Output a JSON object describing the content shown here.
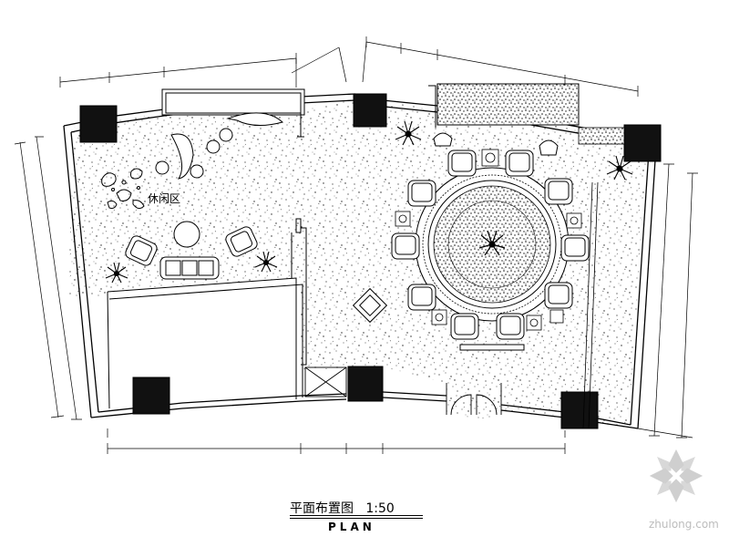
{
  "drawing": {
    "title": "平面布置图",
    "scale": "1:50",
    "subtitle": "PLAN",
    "lounge_label": "休闲区",
    "watermark": "zhulong.com"
  },
  "colors": {
    "line": "#000000",
    "fill_dark": "#111111",
    "watermark": "#c8c8c8"
  }
}
